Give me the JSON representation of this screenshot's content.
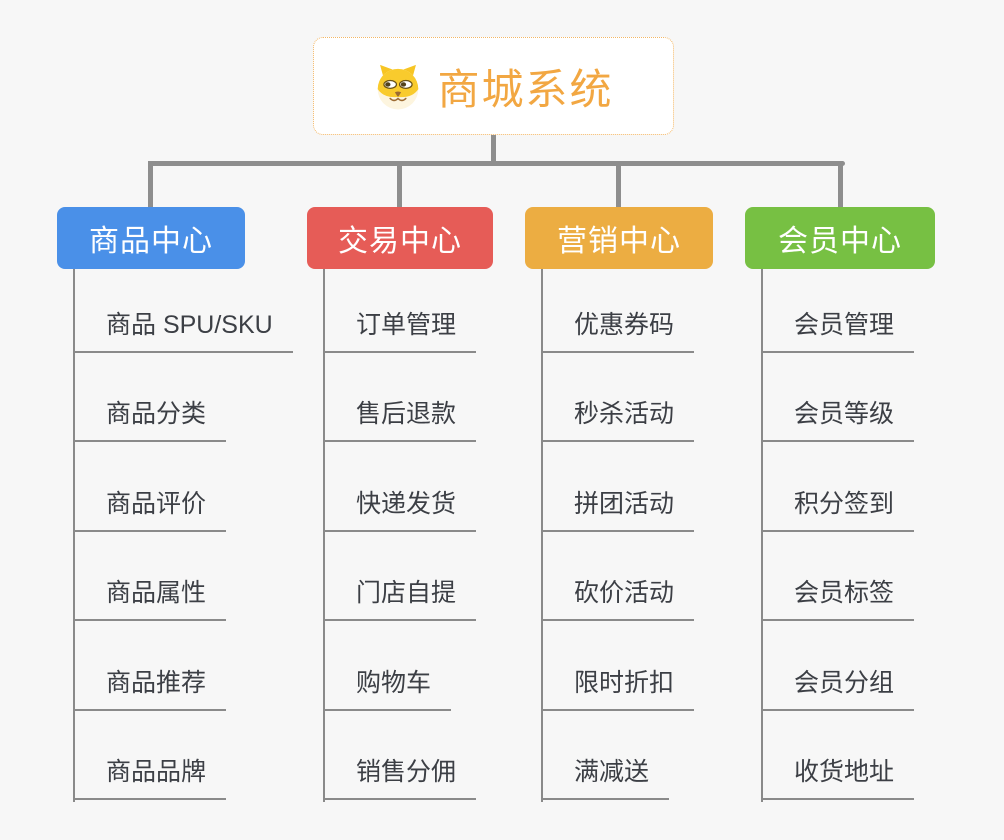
{
  "root": {
    "title": "商城系统",
    "icon": "dog-face-icon",
    "title_color": "#f2a742",
    "border_color": "#f3b766"
  },
  "branches": [
    {
      "label": "商品中心",
      "color": "#4a90e8",
      "items": [
        "商品 SPU/SKU",
        "商品分类",
        "商品评价",
        "商品属性",
        "商品推荐",
        "商品品牌"
      ]
    },
    {
      "label": "交易中心",
      "color": "#e65c57",
      "items": [
        "订单管理",
        "售后退款",
        "快递发货",
        "门店自提",
        "购物车",
        "销售分佣"
      ]
    },
    {
      "label": "营销中心",
      "color": "#ecad42",
      "items": [
        "优惠券码",
        "秒杀活动",
        "拼团活动",
        "砍价活动",
        "限时折扣",
        "满减送"
      ]
    },
    {
      "label": "会员中心",
      "color": "#77c043",
      "items": [
        "会员管理",
        "会员等级",
        "积分签到",
        "会员标签",
        "会员分组",
        "收货地址"
      ]
    }
  ],
  "colors": {
    "background": "#f7f7f7",
    "connector": "#8e8e8e",
    "leaf_text": "#3c3f45",
    "leaf_underline": "#8a8a8a"
  }
}
